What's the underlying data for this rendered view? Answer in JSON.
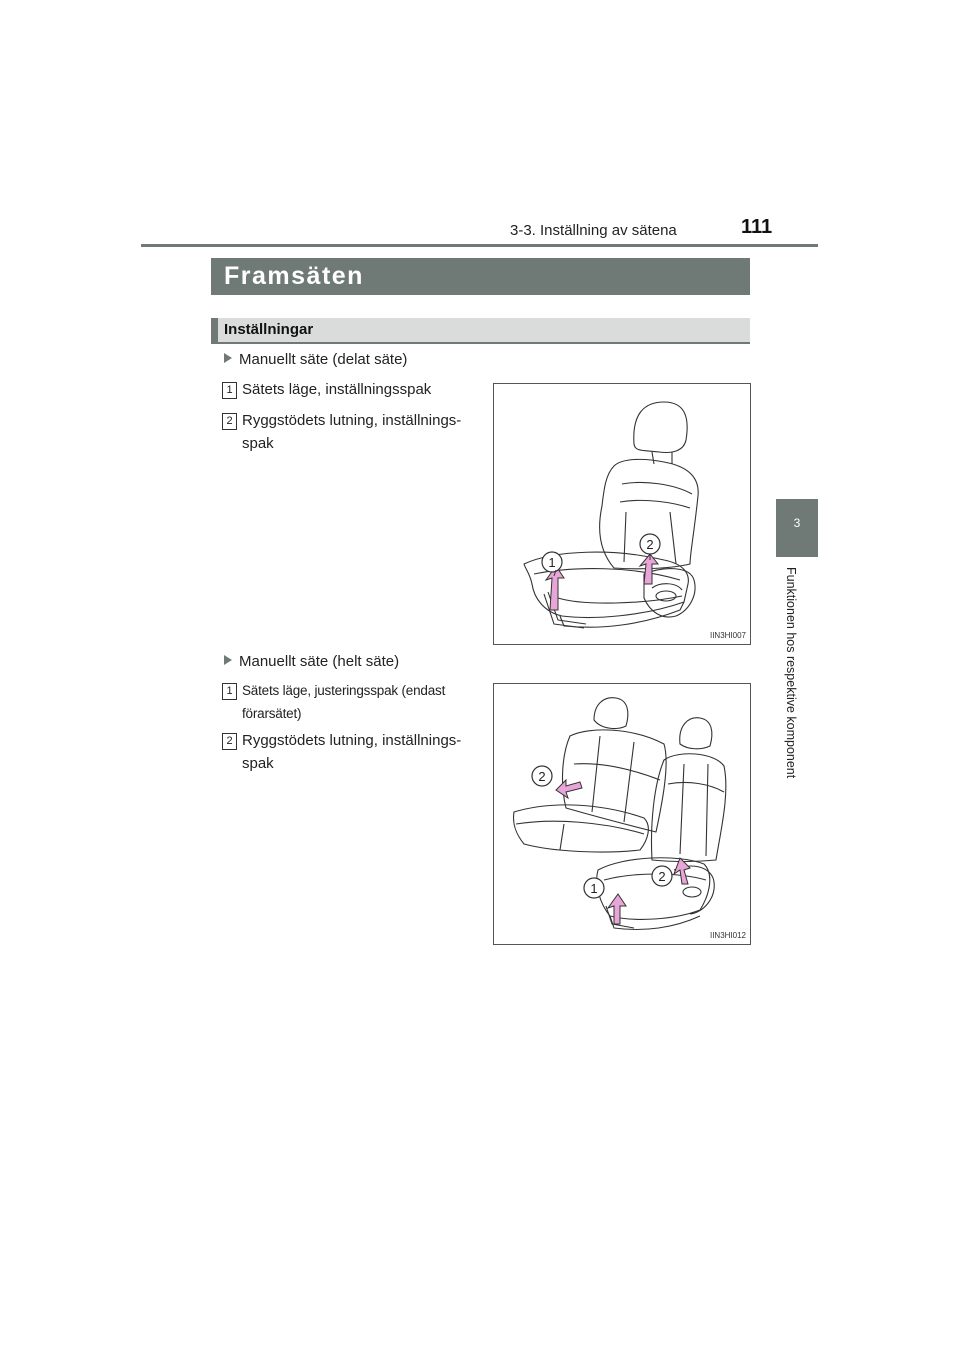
{
  "header": {
    "section": "3-3. Inställning av sätena",
    "page_number": "111"
  },
  "chapter_tab": {
    "number": "3",
    "label": "Funktionen hos respektive komponent"
  },
  "title": "Framsäten",
  "subsection": "Inställningar",
  "groups": [
    {
      "heading": "Manuellt säte (delat säte)",
      "items": [
        {
          "num": "1",
          "text": "Sätets läge, inställningsspak"
        },
        {
          "num": "2",
          "text_line1": "Ryggstödets lutning, inställnings-",
          "text_line2": "spak"
        }
      ],
      "figure": {
        "code": "IIN3HI007",
        "callouts": [
          "1",
          "2"
        ]
      }
    },
    {
      "heading": "Manuellt säte (helt säte)",
      "items": [
        {
          "num": "1",
          "text_line1": "Sätets läge, justeringsspak (endast",
          "text_line2": "förarsätet)"
        },
        {
          "num": "2",
          "text_line1": "Ryggstödets lutning, inställnings-",
          "text_line2": "spak"
        }
      ],
      "figure": {
        "code": "IIN3HI012",
        "callouts": [
          "2",
          "2",
          "1"
        ]
      }
    }
  ],
  "colors": {
    "band": "#6f7a77",
    "sub_band": "#d9dcdb",
    "arrow": "#e8a6d8"
  }
}
